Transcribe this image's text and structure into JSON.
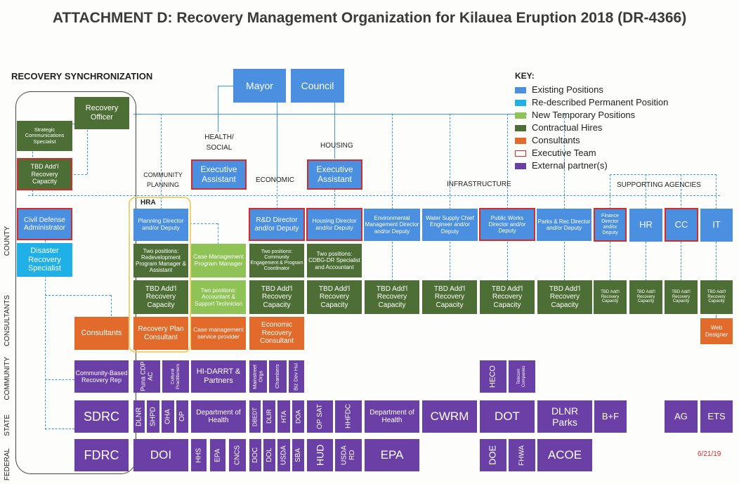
{
  "title": "ATTACHMENT D: Recovery Management Organization for Kilauea Eruption 2018 (DR-4366)",
  "date": "6/21/19",
  "sections": {
    "recovery_sync": "RECOVERY SYNCHRONIZATION",
    "health": "HEALTH/\nSOCIAL",
    "housing": "HOUSING",
    "community_planning": "COMMUNITY\nPLANNING",
    "economic": "ECONOMIC",
    "infrastructure": "INFRASTRUCTURE",
    "supporting": "SUPPORTING AGENCIES",
    "hra": "HRA"
  },
  "rows": {
    "county": "COUNTY",
    "consultants": "CONSULTANTS",
    "community": "COMMUNITY",
    "state": "STATE",
    "federal": "FEDERAL"
  },
  "key": {
    "heading": "KEY:",
    "items": [
      "Existing Positions",
      "Re-described Permanent Position",
      "New Temporary Positions",
      "Contractual Hires",
      "Consultants",
      "Executive Team",
      "External partner(s)"
    ],
    "colors": [
      "#4a8fe0",
      "#1fb0e8",
      "#8fc355",
      "#4d6e35",
      "#e26a2a",
      "#d42b2b",
      "#6a3fa6"
    ]
  },
  "top": {
    "mayor": "Mayor",
    "council": "Council",
    "recovery_officer": "Recovery Officer",
    "strategic_comms": "Strategic Communications Specialist",
    "tbd_sync": "TBD Add'l Recovery Capacity",
    "exec_asst_health": "Executive Assistant",
    "exec_asst_housing": "Executive Assistant"
  },
  "county": {
    "civil_defense": "Civil Defense Administrator",
    "disaster_recovery": "Disaster Recovery Specialist",
    "planning": "Planning Director and/or Deputy",
    "rd": "R&D Director and/or Deputy",
    "housing": "Housing Director and/or Deputy",
    "env": "Environmental Management Director and/or Deputy",
    "water": "Water Supply Chief Engineer and/or Deputy",
    "pw": "Public Works Director and/or Deputy",
    "parks": "Parks & Rec Director and/or Deputy",
    "finance": "Finance Director and/or Deputy",
    "hr": "HR",
    "cc": "CC",
    "it": "IT"
  },
  "positions": {
    "planning_two": "Two positions: Redevelopment Program Manager & Assistant",
    "case_mgmt": "Case Management Program Manager",
    "econ_two": "Two positions: Community Engagement & Program Coordinator",
    "housing_two": "Two positions: CDBG-DR Specialist and Accountant",
    "case_two": "Two positions: Accountant & Support Technician",
    "tbd": "TBD Add'l Recovery Capacity"
  },
  "consultants": {
    "consultants": "Consultants",
    "recovery_plan": "Recovery Plan Consultant",
    "case_provider": "Case management service provider",
    "econ_consultant": "Economic Recovery Consultant",
    "web": "Web Designer"
  },
  "community": {
    "cbrr": "Community-Based Recovery Rep",
    "puna": "Puna CDP AC",
    "cultural": "Cultural Practitioners",
    "hidarrt": "HI-DARRT & Partners",
    "mainstreet": "Mainstreet Orgs",
    "chambers": "Chambers",
    "bizdev": "Biz Dev Hui",
    "heco": "HECO",
    "telecom": "Telecom Companies"
  },
  "state": {
    "sdrc": "SDRC",
    "dlnr": "DLNR",
    "shpd": "SHPD",
    "oha": "OHA",
    "op": "OP",
    "doh1": "Department of Health",
    "dbedt": "DBEDT",
    "dlir": "DLIR",
    "hta": "HTA",
    "doa": "DOA",
    "opsat": "OP SAT",
    "hhfdc": "HHFDC",
    "doh2": "Department of Health",
    "cwrm": "CWRM",
    "dot": "DOT",
    "dlnrparks": "DLNR Parks",
    "bf": "B+F",
    "ag": "AG",
    "ets": "ETS"
  },
  "federal": {
    "fdrc": "FDRC",
    "doi": "DOI",
    "hhs": "HHS",
    "epa1": "EPA",
    "cncs": "CNCS",
    "doc": "DOC",
    "dol": "DOL",
    "usda": "USDA",
    "sba": "SBA",
    "hud": "HUD",
    "usdard": "USDA RD",
    "epa2": "EPA",
    "doe": "DOE",
    "fhwa": "FHWA",
    "acoe": "ACOE"
  }
}
